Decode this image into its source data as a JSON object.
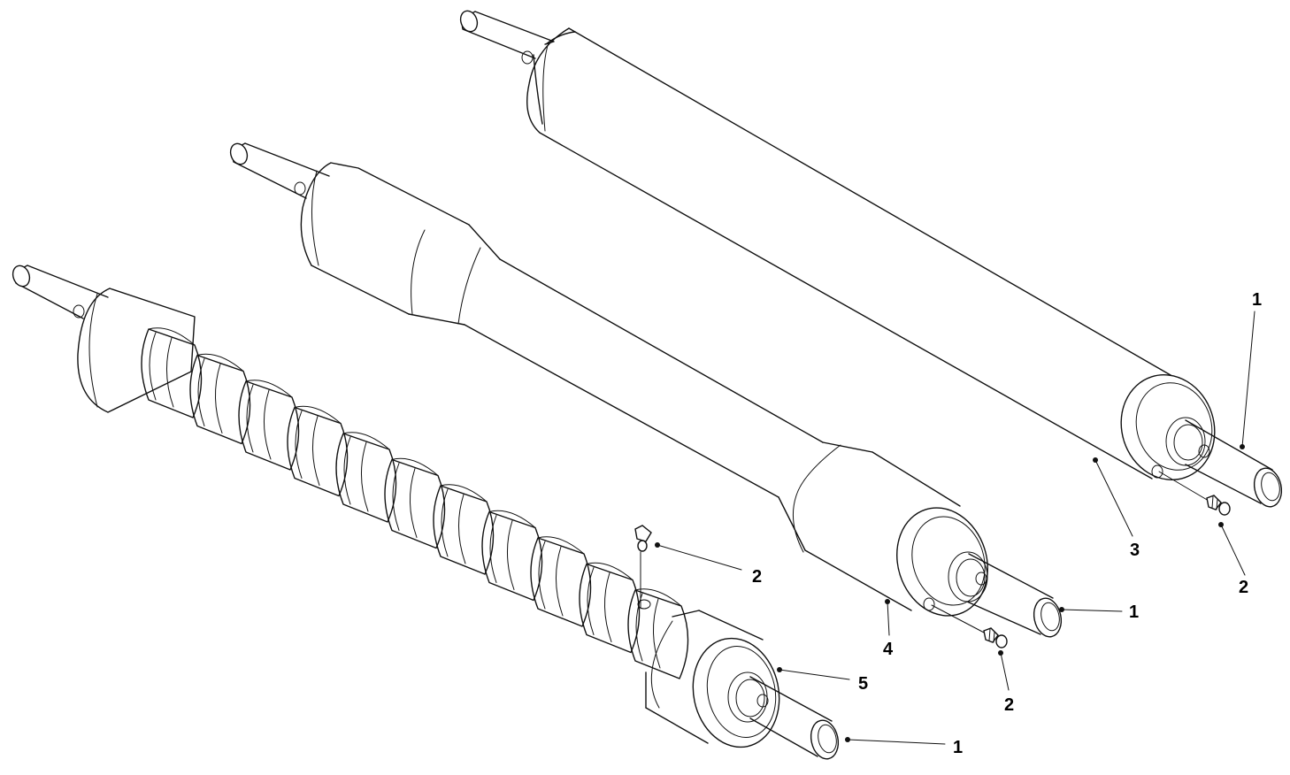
{
  "callouts": [
    {
      "id": "c1a",
      "label": "1"
    },
    {
      "id": "c2a",
      "label": "2"
    },
    {
      "id": "c3",
      "label": "3"
    },
    {
      "id": "c1b",
      "label": "1"
    },
    {
      "id": "c4",
      "label": "4"
    },
    {
      "id": "c2b",
      "label": "2"
    },
    {
      "id": "c2c",
      "label": "2"
    },
    {
      "id": "c5",
      "label": "5"
    },
    {
      "id": "c1c",
      "label": "1"
    }
  ]
}
